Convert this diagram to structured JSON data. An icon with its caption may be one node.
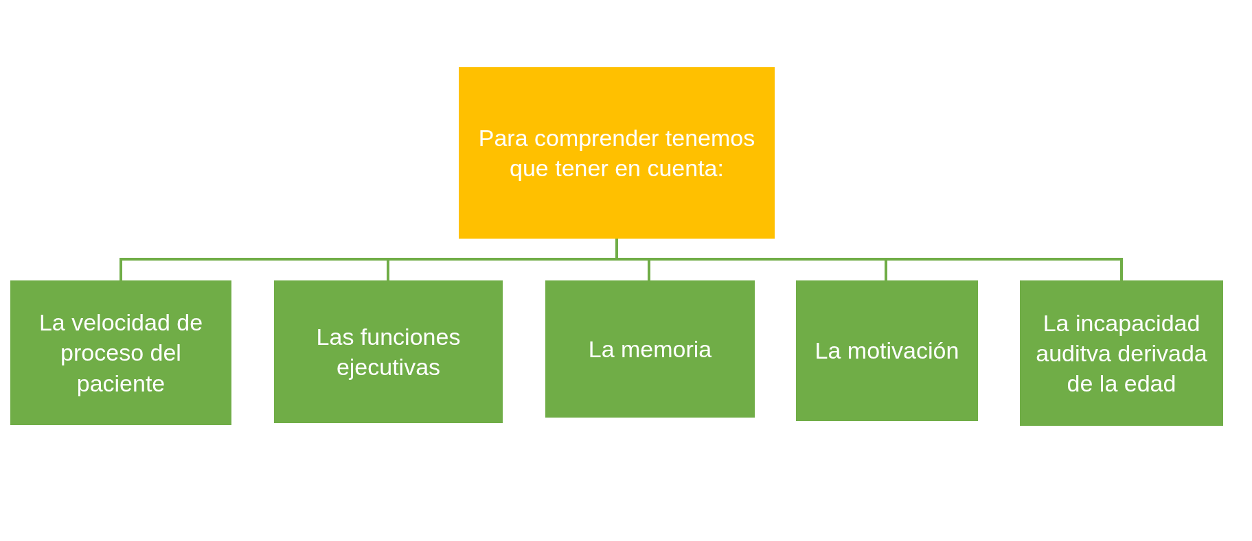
{
  "diagram": {
    "nodes": [
      {
        "text": [
          "Para comprender tenemos que tener en cuenta:"
        ]
      },
      {
        "text": [
          "La velocidad de proceso del paciente"
        ]
      },
      {
        "text": [
          "Las funciones ejecutivas"
        ]
      },
      {
        "text": [
          "La memoria"
        ]
      },
      {
        "text": [
          "La motivación"
        ]
      },
      {
        "text": [
          "La incapacidad auditva derivada de la edad"
        ]
      }
    ],
    "edges": [
      {
        "from": 0,
        "to": 1,
        "arrow": "none"
      },
      {
        "from": 0,
        "to": 2,
        "arrow": "none"
      },
      {
        "from": 0,
        "to": 3,
        "arrow": "none"
      },
      {
        "from": 0,
        "to": 4,
        "arrow": "none"
      },
      {
        "from": 0,
        "to": 5,
        "arrow": "none"
      }
    ]
  }
}
